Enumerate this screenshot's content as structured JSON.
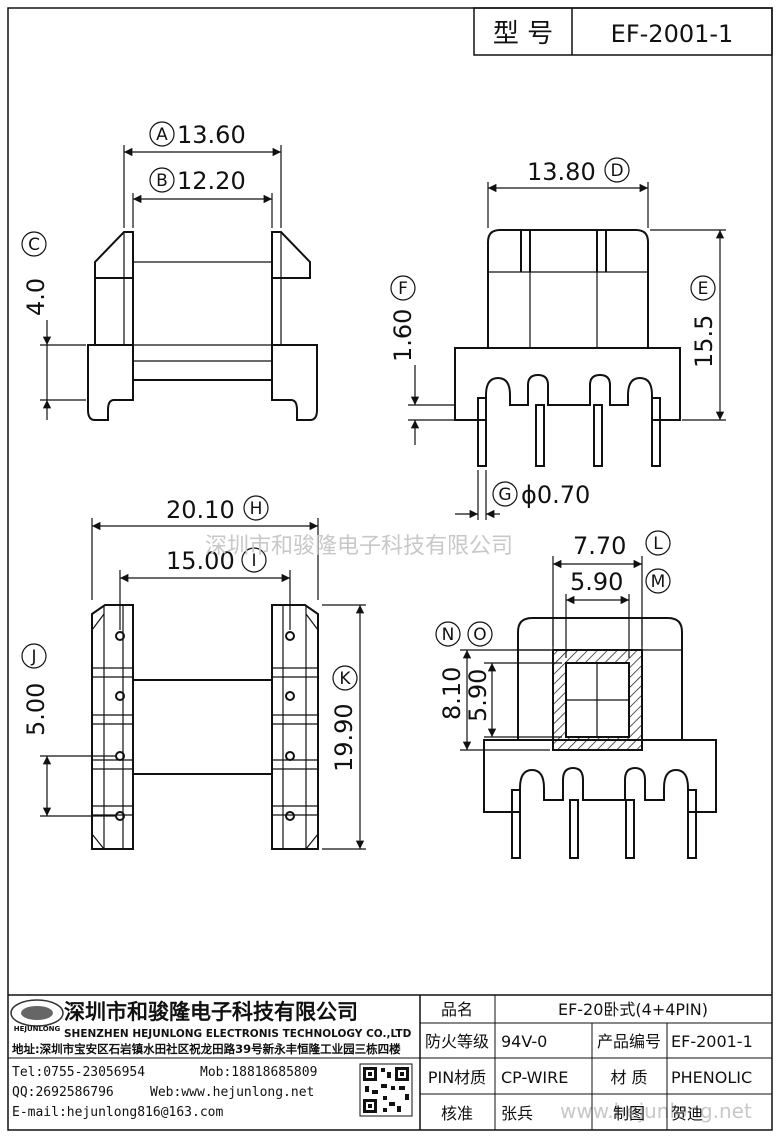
{
  "header": {
    "model_label": "型 号",
    "model_value": "EF-2001-1"
  },
  "dims": {
    "A": "13.60",
    "B": "12.20",
    "C": "4.0",
    "D": "13.80",
    "E": "15.5",
    "F": "1.60",
    "G": "ϕ0.70",
    "H": "20.10",
    "I": "15.00",
    "J": "5.00",
    "K": "19.90",
    "L": "7.70",
    "M": "5.90",
    "N": "8.10",
    "O": "5.90"
  },
  "letters": {
    "A": "A",
    "B": "B",
    "C": "C",
    "D": "D",
    "E": "E",
    "F": "F",
    "G": "G",
    "H": "H",
    "I": "I",
    "J": "J",
    "K": "K",
    "L": "L",
    "M": "M",
    "N": "N",
    "O": "O"
  },
  "watermark": {
    "top": "深圳市和骏隆电子科技有限公司",
    "bottom": "www.hejunlong.net"
  },
  "company": {
    "logo_text": "HEJUNLONG",
    "name_cn": "深圳市和骏隆电子科技有限公司",
    "name_en": "SHENZHEN HEJUNLONG ELECTRONIS TECHNOLOGY CO.,LTD",
    "address": "地址:深圳市宝安区石岩镇水田社区祝龙田路39号新永丰恒隆工业园三栋四楼",
    "tel": "Tel:0755-23056954",
    "mob": "Mob:18818685809",
    "qq": "QQ:2692586796",
    "web": "Web:www.hejunlong.net",
    "email": "E-mail:hejunlong816@163.com"
  },
  "table": {
    "product_label": "品名",
    "product_value": "EF-20卧式(4+4PIN)",
    "fire_label": "防火等级",
    "fire_value": "94V-0",
    "code_label": "产品编号",
    "code_value": "EF-2001-1",
    "pin_label": "PIN材质",
    "pin_value": "CP-WIRE",
    "material_label": "材 质",
    "material_value": "PHENOLIC",
    "check_label": "核准",
    "check_value": "张兵",
    "draw_label": "制图",
    "draw_value": "贺迪"
  }
}
